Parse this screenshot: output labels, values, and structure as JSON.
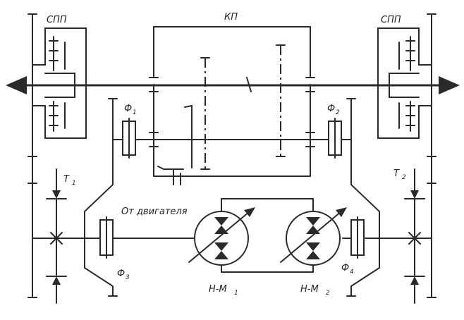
{
  "labels": {
    "spp_left": "СПП",
    "spp_right": "СПП",
    "kp": "КП",
    "f1": "Ф",
    "f1_sub": "1",
    "f2": "Ф",
    "f2_sub": "2",
    "f3": "Ф",
    "f3_sub": "3",
    "f4": "Ф",
    "f4_sub": "4",
    "t1": "Т",
    "t1_sub": "1",
    "t2": "Т",
    "t2_sub": "2",
    "engine": "От двигателя",
    "hm1": "Н-М",
    "hm1_sub": "1",
    "hm2": "Н-М",
    "hm2_sub": "2"
  },
  "colors": {
    "ink": "#2a2a2a",
    "background": "#ffffff"
  }
}
